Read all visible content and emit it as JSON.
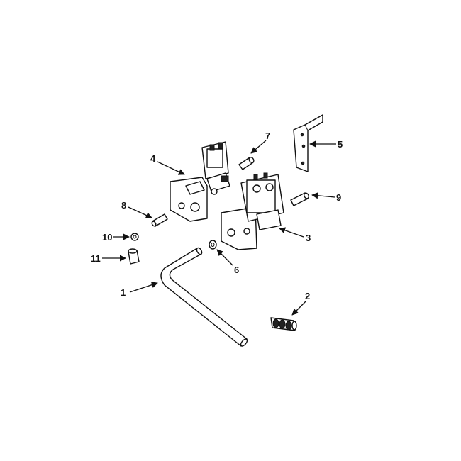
{
  "diagram": {
    "callouts": [
      {
        "id": "part-1",
        "label": "1"
      },
      {
        "id": "part-2",
        "label": "2"
      },
      {
        "id": "part-3",
        "label": "3"
      },
      {
        "id": "part-4",
        "label": "4"
      },
      {
        "id": "part-5",
        "label": "5"
      },
      {
        "id": "part-6",
        "label": "6"
      },
      {
        "id": "part-7",
        "label": "7"
      },
      {
        "id": "part-8",
        "label": "8"
      },
      {
        "id": "part-9",
        "label": "9"
      },
      {
        "id": "part-10",
        "label": "10"
      },
      {
        "id": "part-11",
        "label": "11"
      }
    ]
  }
}
